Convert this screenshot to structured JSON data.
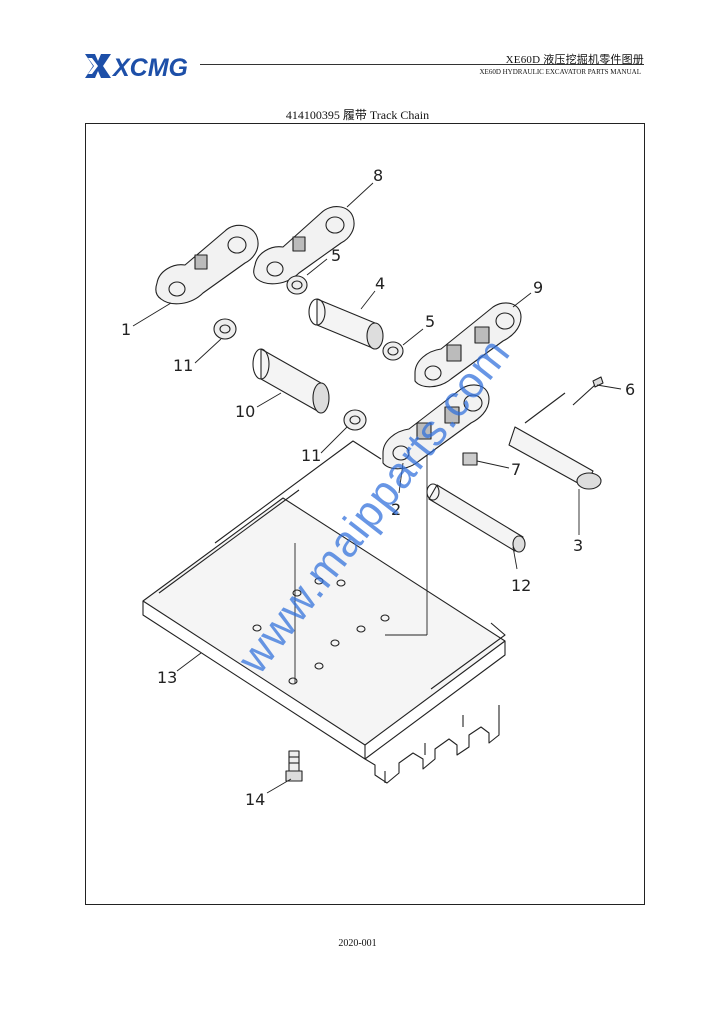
{
  "header": {
    "brand": "XCMG",
    "title": "XE60D  液压挖掘机零件图册",
    "subtitle": "XE60D HYDRAULIC EXCAVATOR PARTS MANUAL",
    "brand_color": "#1d4fa8"
  },
  "document": {
    "title": "414100395 履带 Track Chain",
    "footer": "2020-001",
    "watermark": "www.maipparts.com"
  },
  "callouts": [
    {
      "number": "1"
    },
    {
      "number": "2"
    },
    {
      "number": "3"
    },
    {
      "number": "4"
    },
    {
      "number": "5"
    },
    {
      "number": "5"
    },
    {
      "number": "6"
    },
    {
      "number": "7"
    },
    {
      "number": "8"
    },
    {
      "number": "9"
    },
    {
      "number": "10"
    },
    {
      "number": "11"
    },
    {
      "number": "11"
    },
    {
      "number": "12"
    },
    {
      "number": "13"
    },
    {
      "number": "14"
    }
  ]
}
